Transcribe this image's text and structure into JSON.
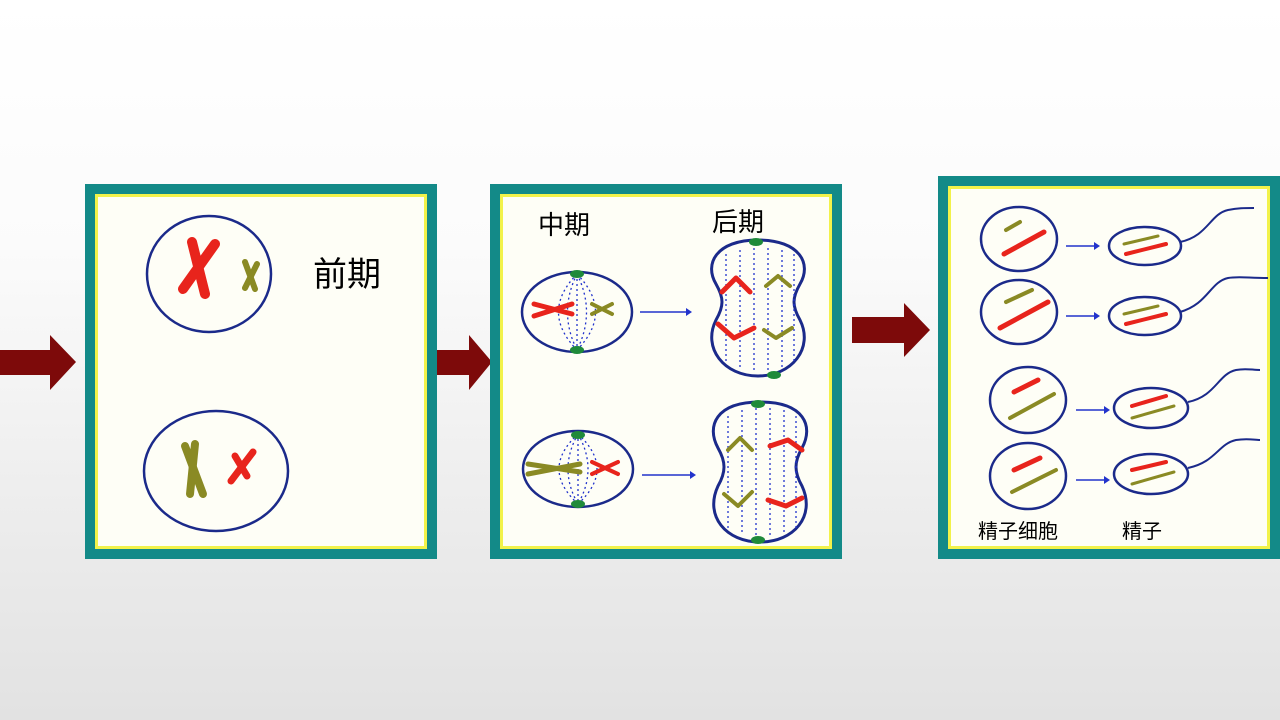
{
  "labels": {
    "prophase": "前期",
    "metaphase": "中期",
    "anaphase": "后期",
    "spermatid": "精子细胞",
    "sperm": "精子"
  },
  "colors": {
    "panel_border": "#138a88",
    "panel_inner_border": "#f2f24a",
    "panel_fill": "#fefef6",
    "arrow": "#7d0a0a",
    "cell_outline": "#1b2a8a",
    "chromosome_red": "#e8241c",
    "chromosome_olive": "#8a8a24",
    "centrosome": "#1f8a3a",
    "spindle": "#2233cc"
  }
}
